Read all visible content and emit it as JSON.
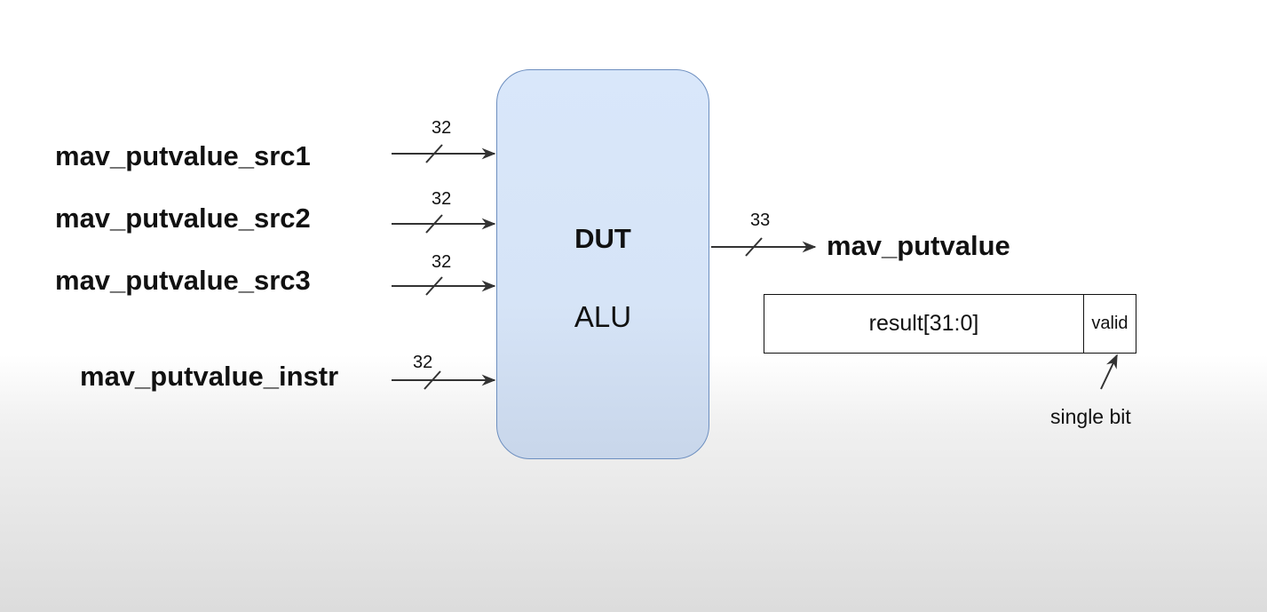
{
  "inputs": [
    {
      "name": "mav_putvalue_src1",
      "width": "32"
    },
    {
      "name": "mav_putvalue_src2",
      "width": "32"
    },
    {
      "name": "mav_putvalue_src3",
      "width": "32"
    },
    {
      "name": "mav_putvalue_instr",
      "width": "32"
    }
  ],
  "block": {
    "title": "DUT",
    "subtitle": "ALU"
  },
  "output": {
    "name": "mav_putvalue",
    "width": "33"
  },
  "register": {
    "field_result": "result[31:0]",
    "field_valid": "valid"
  },
  "annotation": "single bit",
  "colors": {
    "block_fill": "#dae8fc",
    "block_stroke": "#6c8ebf",
    "wire": "#333333"
  }
}
